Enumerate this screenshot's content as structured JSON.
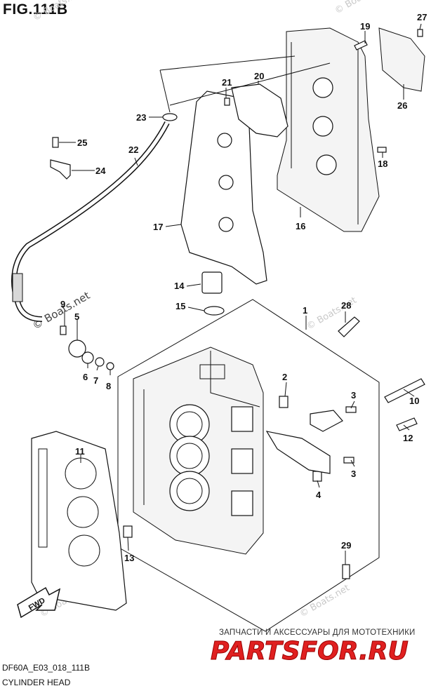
{
  "figure": {
    "title": "FIG.111B",
    "code": "DF60A_E03_018_111B",
    "name": "CYLINDER HEAD"
  },
  "watermarks": {
    "boats": "© Boats.net",
    "promo_tagline": "ЗАПЧАСТИ И АКСЕССУАРЫ ДЛЯ МОТОТЕХНИКИ",
    "promo_logo": "PARTSFOR.RU"
  },
  "fwd_arrow": "FWD",
  "callouts": [
    {
      "id": "1",
      "label": "1"
    },
    {
      "id": "2",
      "label": "2"
    },
    {
      "id": "3a",
      "label": "3"
    },
    {
      "id": "3b",
      "label": "3"
    },
    {
      "id": "4",
      "label": "4"
    },
    {
      "id": "5",
      "label": "5"
    },
    {
      "id": "6",
      "label": "6"
    },
    {
      "id": "7",
      "label": "7"
    },
    {
      "id": "8",
      "label": "8"
    },
    {
      "id": "9",
      "label": "9"
    },
    {
      "id": "10",
      "label": "10"
    },
    {
      "id": "11",
      "label": "11"
    },
    {
      "id": "12",
      "label": "12"
    },
    {
      "id": "13",
      "label": "13"
    },
    {
      "id": "14",
      "label": "14"
    },
    {
      "id": "15",
      "label": "15"
    },
    {
      "id": "16",
      "label": "16"
    },
    {
      "id": "17",
      "label": "17"
    },
    {
      "id": "18",
      "label": "18"
    },
    {
      "id": "19",
      "label": "19"
    },
    {
      "id": "20",
      "label": "20"
    },
    {
      "id": "21",
      "label": "21"
    },
    {
      "id": "22",
      "label": "22"
    },
    {
      "id": "23",
      "label": "23"
    },
    {
      "id": "24",
      "label": "24"
    },
    {
      "id": "25",
      "label": "25"
    },
    {
      "id": "26",
      "label": "26"
    },
    {
      "id": "27",
      "label": "27"
    },
    {
      "id": "28",
      "label": "28"
    },
    {
      "id": "29",
      "label": "29"
    }
  ]
}
